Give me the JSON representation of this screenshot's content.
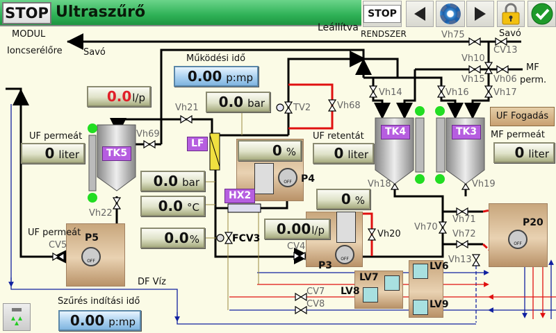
{
  "header": {
    "stop_label": "STOP",
    "title": "Ultraszűrő",
    "stop2_label": "STOP",
    "status": "Leállítva",
    "system_label": "RENDSZER",
    "module_label": "MODUL"
  },
  "labels": {
    "ioncserelore": "Ioncserélőre",
    "savo_left": "Savó",
    "savo_right": "Savó",
    "mf_perm": "MF\nperm.",
    "mf": "MF",
    "perm": "perm.",
    "uf_permeat_top": "UF permeát",
    "uf_permeat_bottom": "UF permeát",
    "uf_retentat": "UF retentát",
    "mf_permeat": "MF permeát",
    "df_viz": "DF Víz",
    "mukodesi_ido": "Működési idő",
    "szures_inditasi_ido": "Szűrés indítási idő"
  },
  "buttons": {
    "uf_fogadas": "UF Fogadás"
  },
  "displays": {
    "flow_top": {
      "value": "0.0",
      "unit": "l/p",
      "color": "#e0202a"
    },
    "mukodesi_ido": {
      "value": "0.00",
      "unit": "p:mp"
    },
    "pressure_top": {
      "value": "0.0",
      "unit": "bar"
    },
    "uf_permeat_level": {
      "value": "0",
      "unit": "liter"
    },
    "pressure_mid": {
      "value": "0.0",
      "unit": "bar"
    },
    "temperature": {
      "value": "0.0",
      "unit": "°C"
    },
    "fcv3_percent": {
      "value": "0.0",
      "unit": "%"
    },
    "p4_percent": {
      "value": "0",
      "unit": "%"
    },
    "p3_percent": {
      "value": "0",
      "unit": "%"
    },
    "p3_flow": {
      "value": "0.00",
      "unit": "l/p"
    },
    "uf_retentat_level": {
      "value": "0",
      "unit": "liter"
    },
    "mf_permeat_level": {
      "value": "0",
      "unit": "liter"
    },
    "szures_inditasi_ido": {
      "value": "0.00",
      "unit": "p:mp"
    }
  },
  "tanks": {
    "tk5": "TK5",
    "tk4": "TK4",
    "tk3": "TK3"
  },
  "tags": {
    "lf": "LF",
    "hx2": "HX2"
  },
  "pumps": {
    "p3": "P3",
    "p4": "P4",
    "p5": "P5",
    "p20": "P20",
    "state": "OFF"
  },
  "level_valves": {
    "lv6": "LV6",
    "lv7": "LV7",
    "lv8": "LV8",
    "lv9": "LV9"
  },
  "valves": {
    "vh75": "Vh75",
    "cv13": "CV13",
    "vh10": "Vh10",
    "vh15": "Vh15",
    "vh06": "Vh06",
    "vh14": "Vh14",
    "vh16": "Vh16",
    "vh17": "Vh17",
    "tv2": "TV2",
    "vh68": "Vh68",
    "vh21": "Vh21",
    "vh69": "Vh69",
    "vh22": "Vh22",
    "cv5": "CV5",
    "fcv3": "FCV3",
    "cv4": "CV4",
    "vh20": "Vh20",
    "vh18": "Vh18",
    "vh19": "Vh19",
    "vh70": "Vh70",
    "vh71": "Vh71",
    "vh72": "Vh72",
    "vh13": "Vh13",
    "cv7": "CV7",
    "cv8": "CV8"
  },
  "icons": [
    "stop",
    "arrow-left",
    "gear",
    "arrow-right",
    "lock",
    "checkmark",
    "sprinkler"
  ],
  "colors": {
    "pipe": "#000000",
    "hot": "#e01010",
    "water": "#1020a0",
    "tag": "#b65ee0",
    "title_bar": "#2fb257",
    "level_ok": "#22dd22"
  }
}
